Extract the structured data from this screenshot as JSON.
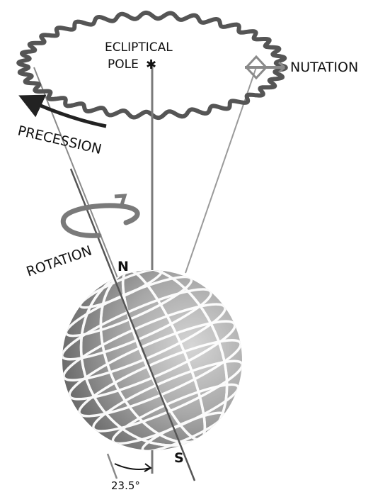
{
  "labels": {
    "ecliptical_pole_line1": "ECLIPTICAL",
    "ecliptical_pole_line2": "POLE",
    "pole_marker": "✱",
    "nutation": "NUTATION",
    "precession": "PRECESSION",
    "rotation": "ROTATION",
    "north": "N",
    "south": "S",
    "tilt_angle": "23.5°"
  },
  "tilt_degrees": 23.5,
  "colors": {
    "wave_ring": "#555555",
    "axis_line": "#6f6f6f",
    "globe_dark": "#5a5a5a",
    "globe_light": "#d2d2d2",
    "grid": "#ffffff",
    "arrow": "#222222",
    "rotation_arrow": "#7a7a7a"
  }
}
